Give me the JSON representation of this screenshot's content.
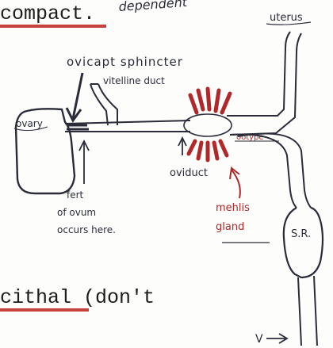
{
  "page": {
    "top_text": "compact.",
    "top_scribble": "dependent",
    "bottom_text": "cithal (don't"
  },
  "labels": {
    "uterus": "uterus",
    "ovicapt": "ovicapt sphincter",
    "vitelline": "vitelline duct",
    "ovary": "ovary",
    "ootype": "ootype",
    "oviduct": "oviduct",
    "fert": "fert of ovum occurs here.",
    "mehlis": "mehlis gland",
    "sr": "S.R.",
    "v": "V"
  },
  "colors": {
    "ink": "#2a2c3a",
    "red": "#b0282a",
    "underline": "#c8403a"
  }
}
